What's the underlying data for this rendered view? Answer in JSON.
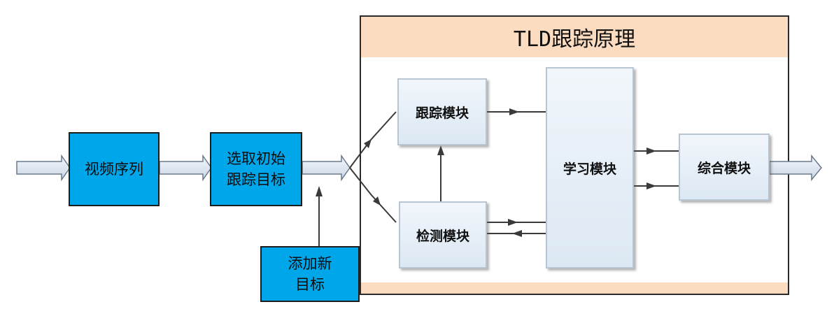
{
  "title": "TLD跟踪原理",
  "input_boxes": {
    "video_sequence": "视频序列",
    "select_initial_target": "选取初始跟踪目标",
    "add_new_target": "添加新目标"
  },
  "modules": {
    "tracking": "跟踪模块",
    "detection": "检测模块",
    "learning": "学习模块",
    "integration": "综合模块"
  },
  "colors": {
    "input_box": "#00a6ea",
    "title_band": "#fbdcc0",
    "module_fill": "#e4edf6",
    "arrow_fill": "#dfe8f1"
  }
}
